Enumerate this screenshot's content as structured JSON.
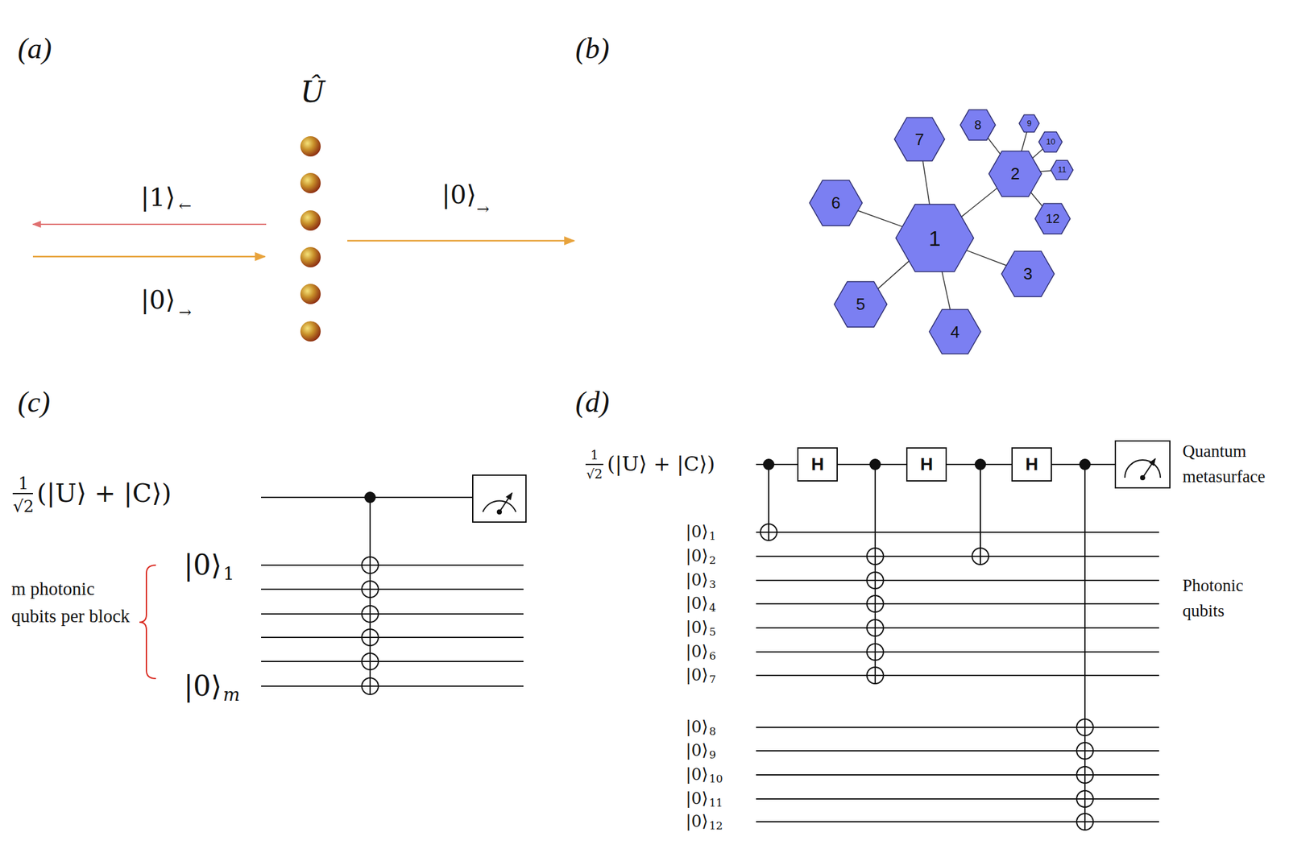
{
  "diagram": {
    "nodes": [
      {
        "text": [
          "1"
        ]
      },
      {
        "text": [
          "2"
        ]
      },
      {
        "text": [
          "3"
        ]
      },
      {
        "text": [
          "4"
        ]
      },
      {
        "text": [
          "5"
        ]
      },
      {
        "text": [
          "6"
        ]
      },
      {
        "text": [
          "7"
        ]
      },
      {
        "text": [
          "8"
        ]
      },
      {
        "text": [
          "9"
        ]
      },
      {
        "text": [
          "10"
        ]
      },
      {
        "text": [
          "11"
        ]
      },
      {
        "text": [
          "12"
        ]
      },
      {
        "text": [
          "H"
        ]
      },
      {
        "text": [
          "H"
        ]
      },
      {
        "text": [
          "H"
        ]
      }
    ],
    "edges": [
      {
        "from": 0,
        "to": 6,
        "arrow": "none"
      },
      {
        "from": 0,
        "to": 5,
        "arrow": "none"
      },
      {
        "from": 0,
        "to": 4,
        "arrow": "none"
      },
      {
        "from": 0,
        "to": 3,
        "arrow": "none"
      },
      {
        "from": 0,
        "to": 2,
        "arrow": "none"
      },
      {
        "from": 0,
        "to": 1,
        "arrow": "none"
      },
      {
        "from": 1,
        "to": 7,
        "arrow": "none"
      },
      {
        "from": 1,
        "to": 8,
        "arrow": "none"
      },
      {
        "from": 1,
        "to": 9,
        "arrow": "none"
      },
      {
        "from": 1,
        "to": 10,
        "arrow": "none"
      },
      {
        "from": 1,
        "to": 11,
        "arrow": "none"
      },
      {
        "from": 12,
        "to": 13,
        "arrow": "none"
      },
      {
        "from": 13,
        "to": 14,
        "arrow": "none"
      }
    ],
    "labels": [
      "(a)",
      "(b)",
      "(c)",
      "(d)",
      "Û",
      "|1⟩",
      "←",
      "|0⟩",
      "→",
      "|0⟩",
      "→",
      "1",
      "√2",
      "(|U⟩ + |C⟩)",
      "|0⟩",
      "1",
      "|0⟩",
      "m",
      "m photonic qubits per block",
      "1",
      "√2",
      "(|U⟩ + |C⟩)",
      "|0⟩",
      "1",
      "|0⟩",
      "2",
      "|0⟩",
      "3",
      "|0⟩",
      "4",
      "|0⟩",
      "5",
      "|0⟩",
      "6",
      "|0⟩",
      "7",
      "|0⟩",
      "8",
      "|0⟩",
      "9",
      "|0⟩",
      "10",
      "|0⟩",
      "11",
      "|0⟩",
      "12",
      "Quantum metasurface",
      "Photonic qubits"
    ]
  }
}
